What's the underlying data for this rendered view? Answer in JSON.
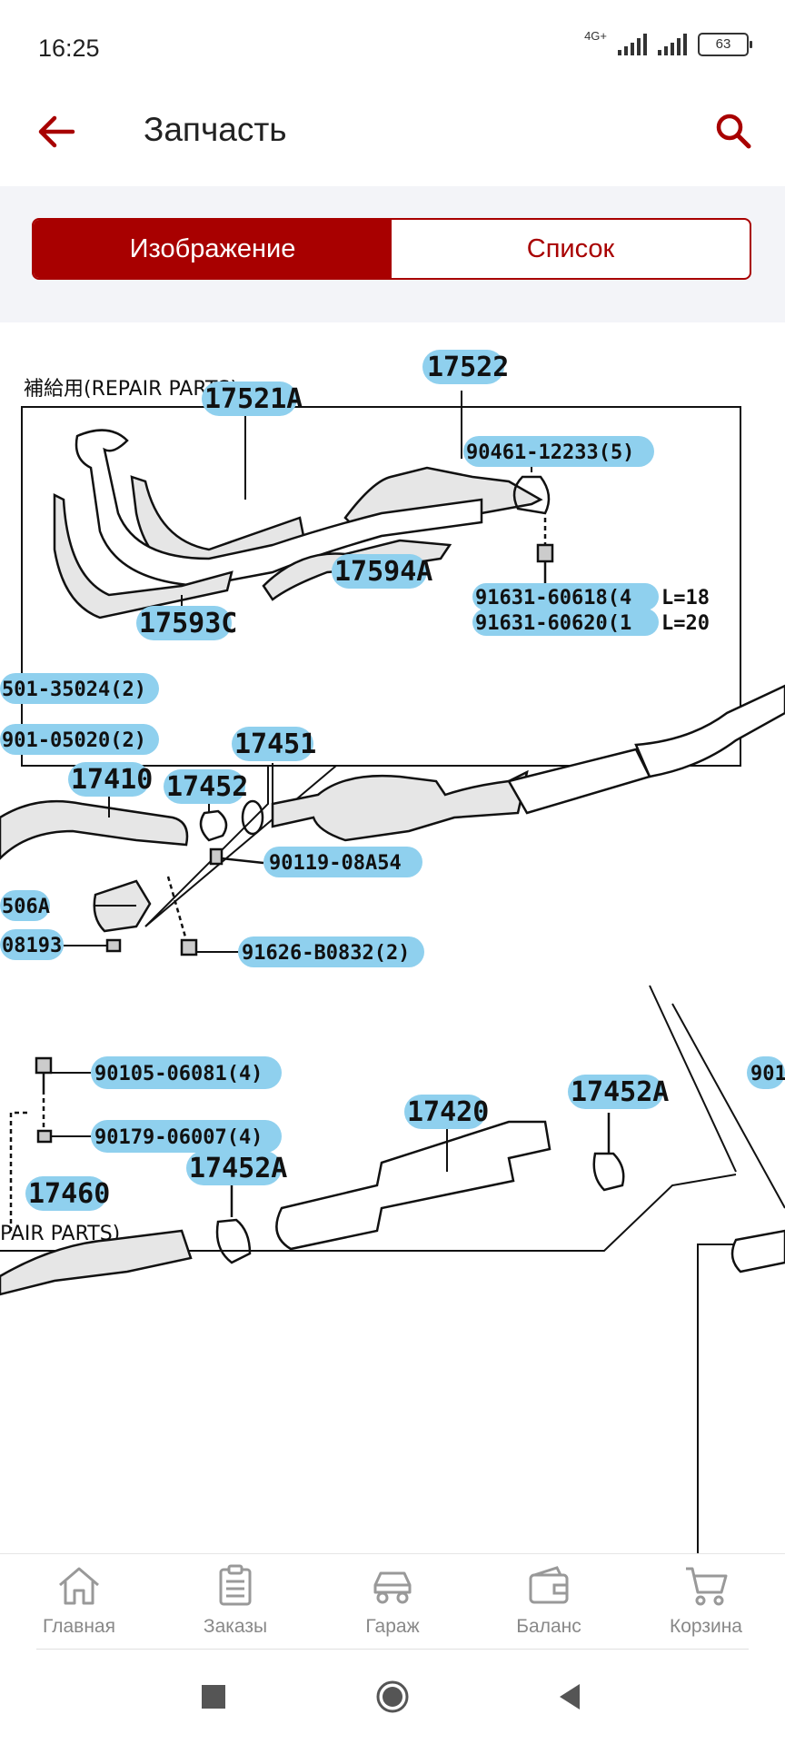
{
  "status_bar": {
    "time": "16:25",
    "network": "4G+",
    "battery": "63"
  },
  "app_bar": {
    "title": "Запчасть"
  },
  "segment": {
    "image_label": "Изображение",
    "list_label": "Список",
    "selected": "image"
  },
  "diagram": {
    "header_top": "補給用(REPAIR PARTS)",
    "header_bottom": "PAIR PARTS)",
    "parts": {
      "p17522": "17522",
      "p17521A": "17521A",
      "p90461": "90461-12233(5)",
      "p17594A": "17594A",
      "p17593C": "17593C",
      "p91631a": "91631-60618(4",
      "p91631b": "91631-60620(1",
      "l18": "L=18",
      "l20": "L=20",
      "p501": "501-35024(2)",
      "p901": "901-05020(2)",
      "p17451": "17451",
      "p17410": "17410",
      "p17452": "17452",
      "p90119": "90119-08A54",
      "p506A": "506A",
      "p08193": "08193",
      "p91626": "91626-B0832(2)",
      "p90105": "90105-06081(4)",
      "p17452A_r": "17452A",
      "p17420": "17420",
      "p90179": "90179-06007(4)",
      "p17452A_l": "17452A",
      "p17460": "17460",
      "p901_r": "901"
    }
  },
  "bottom_nav": {
    "items": [
      {
        "label": "Главная",
        "icon": "home-icon"
      },
      {
        "label": "Заказы",
        "icon": "orders-icon"
      },
      {
        "label": "Гараж",
        "icon": "car-icon"
      },
      {
        "label": "Баланс",
        "icon": "wallet-icon"
      },
      {
        "label": "Корзина",
        "icon": "cart-icon"
      }
    ]
  },
  "colors": {
    "brand": "#a80000",
    "highlight": "#8fd0ee",
    "nav_text": "#888888"
  }
}
